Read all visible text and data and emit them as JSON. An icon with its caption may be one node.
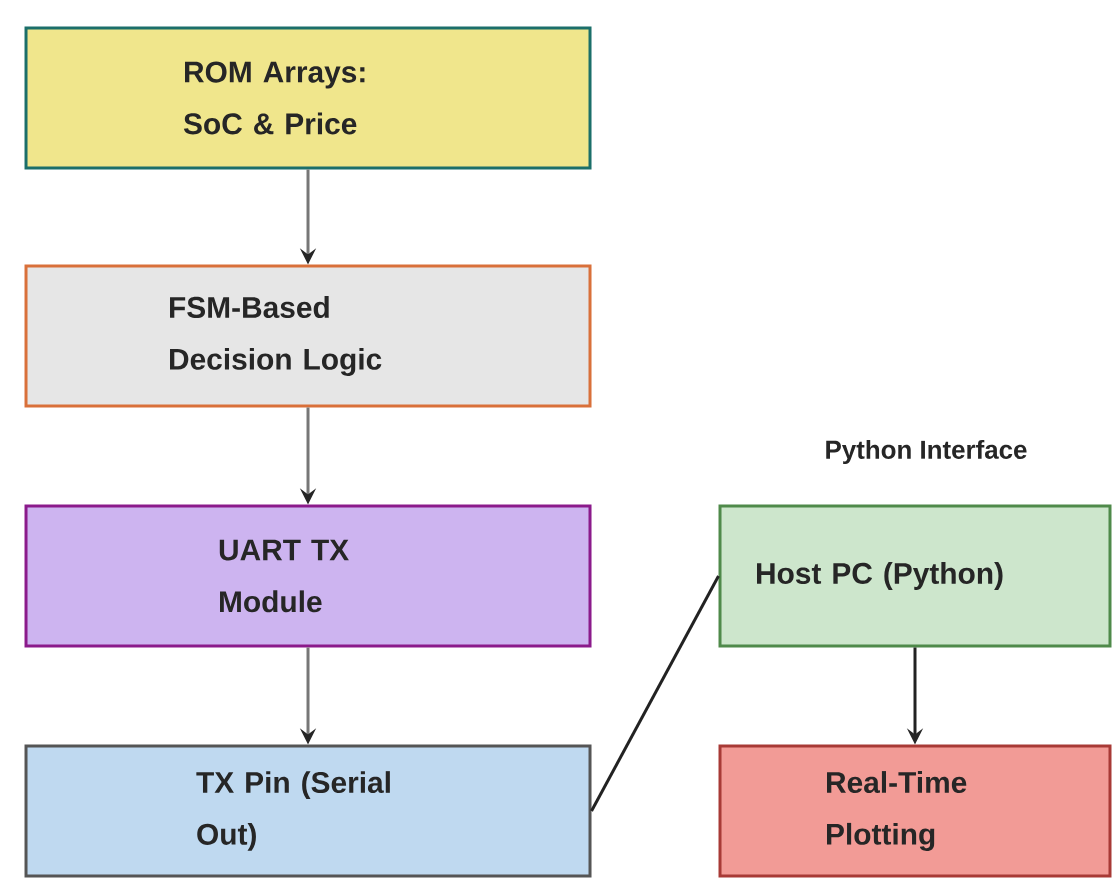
{
  "diagram": {
    "nodes": [
      {
        "text": [
          "ROM Arrays: SoC & Price"
        ]
      },
      {
        "text": [
          "FSM-Based Decision Logic"
        ]
      },
      {
        "text": [
          "UART TX Module"
        ]
      },
      {
        "text": [
          "TX Pin (Serial Out)"
        ]
      },
      {
        "text": [
          "Host PC (Python)"
        ]
      },
      {
        "text": [
          "Real-Time Plotting"
        ]
      }
    ],
    "edges": [
      {
        "from": 0,
        "to": 1,
        "arrow": "to"
      },
      {
        "from": 1,
        "to": 2,
        "arrow": "to"
      },
      {
        "from": 2,
        "to": 3,
        "arrow": "to"
      },
      {
        "from": 3,
        "to": 4,
        "arrow": "none",
        "color": "#222222"
      },
      {
        "from": 4,
        "to": 5,
        "arrow": "to",
        "color": "#222222"
      }
    ],
    "labels": [
      "Python Interface"
    ]
  }
}
